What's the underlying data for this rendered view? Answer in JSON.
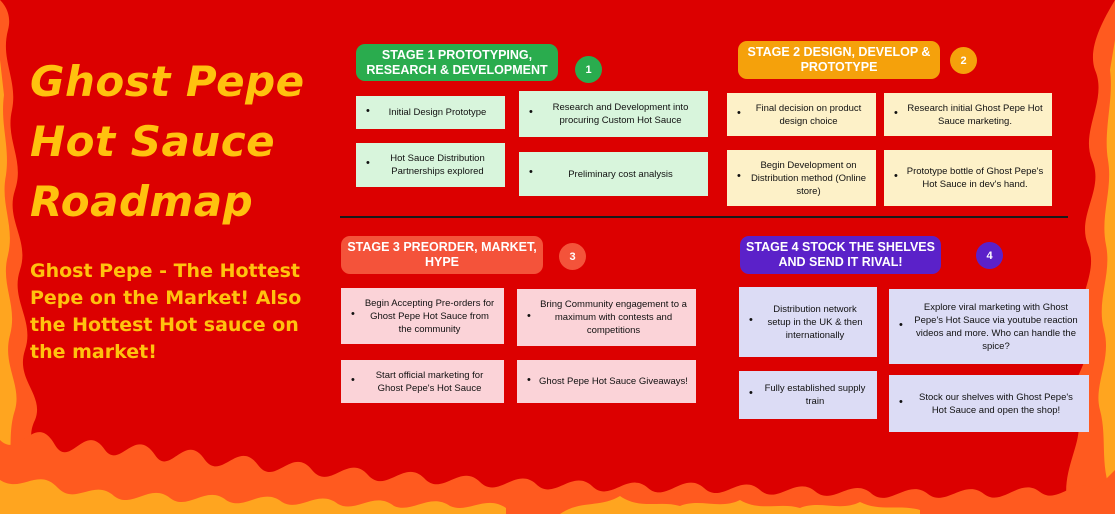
{
  "title_lines": [
    "Ghost Pepe",
    "Hot Sauce",
    "Roadmap"
  ],
  "tagline": "Ghost Pepe - The Hottest Pepe on the Market! Also the Hottest Hot sauce on the market!",
  "stages": [
    {
      "header": "STAGE 1 PROTOTYPING, RESEARCH & DEVELOPMENT",
      "number": "1",
      "color": "#2aac4e",
      "items": [
        "Initial Design Prototype",
        "Research and Development into procuring Custom Hot Sauce",
        "Hot Sauce Distribution Partnerships explored",
        "Preliminary cost analysis"
      ]
    },
    {
      "header": "STAGE 2 DESIGN, DEVELOP & PROTOTYPE",
      "number": "2",
      "color": "#f5a10b",
      "items": [
        "Final decision on product design choice",
        "Research initial Ghost Pepe Hot Sauce marketing.",
        "Begin Development on Distribution method (Online store)",
        "Prototype bottle of Ghost Pepe's Hot Sauce in dev's hand."
      ]
    },
    {
      "header": "STAGE 3 PREORDER, MARKET, HYPE",
      "number": "3",
      "color": "#f4533a",
      "items": [
        "Begin Accepting Pre-orders for Ghost Pepe Hot Sauce from the community",
        "Bring Community engagement to a maximum with contests and competitions",
        "Start official marketing for Ghost Pepe's Hot Sauce",
        "Ghost Pepe Hot Sauce Giveaways!"
      ]
    },
    {
      "header": "STAGE 4 STOCK THE SHELVES AND SEND IT RIVAL!",
      "number": "4",
      "color": "#5b21c9",
      "items": [
        "Distribution network setup in the UK & then internationally",
        "Explore viral marketing with Ghost Pepe's Hot Sauce via youtube reaction videos and more. Who can handle the spice?",
        "Fully established supply train",
        "Stock our shelves with Ghost Pepe's Hot Sauce and open the shop!"
      ]
    }
  ],
  "colors": {
    "background": "#dc0000",
    "title": "#ffc20e",
    "flame_outer": "#ff5a1f",
    "flame_inner": "#ffa51f"
  }
}
